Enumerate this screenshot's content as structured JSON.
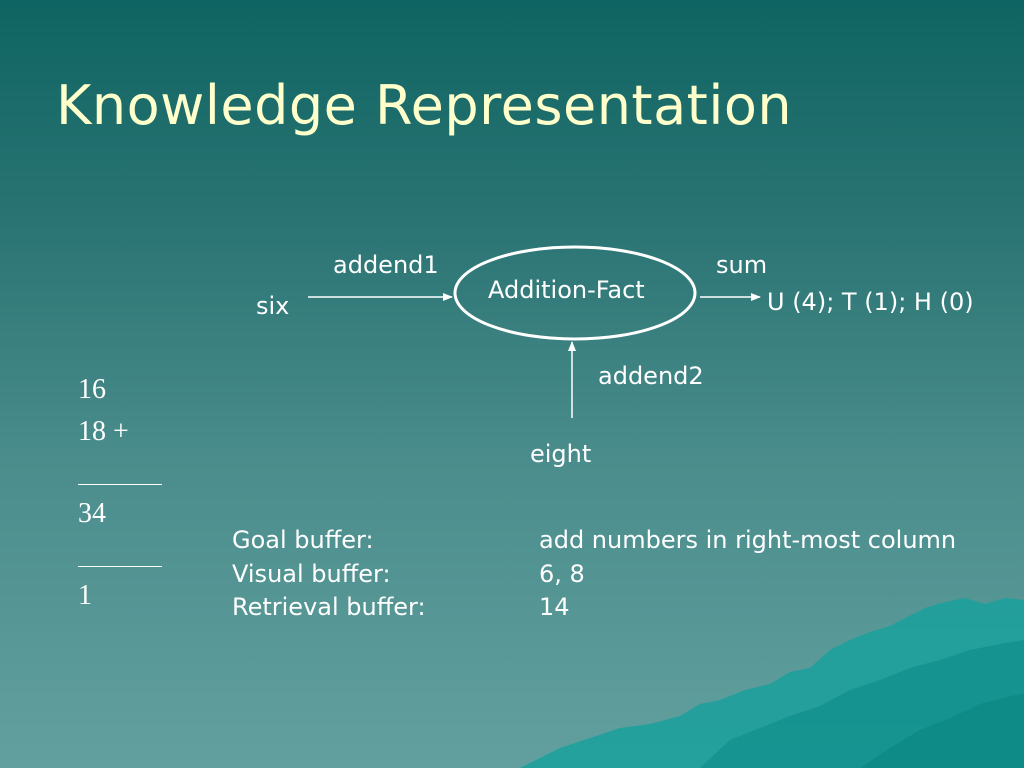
{
  "slide": {
    "title": "Knowledge Representation"
  },
  "diagram": {
    "center_node": "Addition-Fact",
    "nodes": {
      "left": "six",
      "bottom": "eight",
      "right": "U (4); T (1); H (0)"
    },
    "edges": {
      "left": "addend1",
      "bottom": "addend2",
      "right": "sum"
    }
  },
  "calculation": {
    "lines": [
      "16",
      "18 +",
      "34",
      "1"
    ]
  },
  "buffers": [
    {
      "name": "Goal buffer:",
      "value": "add numbers in right-most column"
    },
    {
      "name": "Visual buffer:",
      "value": "6, 8"
    },
    {
      "name": "Retrieval buffer:",
      "value": "14"
    }
  ],
  "colors": {
    "title": "#ffffcc",
    "text": "#ffffff",
    "background_top": "#0e6462",
    "background_bottom": "#62a09f",
    "mountain": "#1aa09c"
  }
}
